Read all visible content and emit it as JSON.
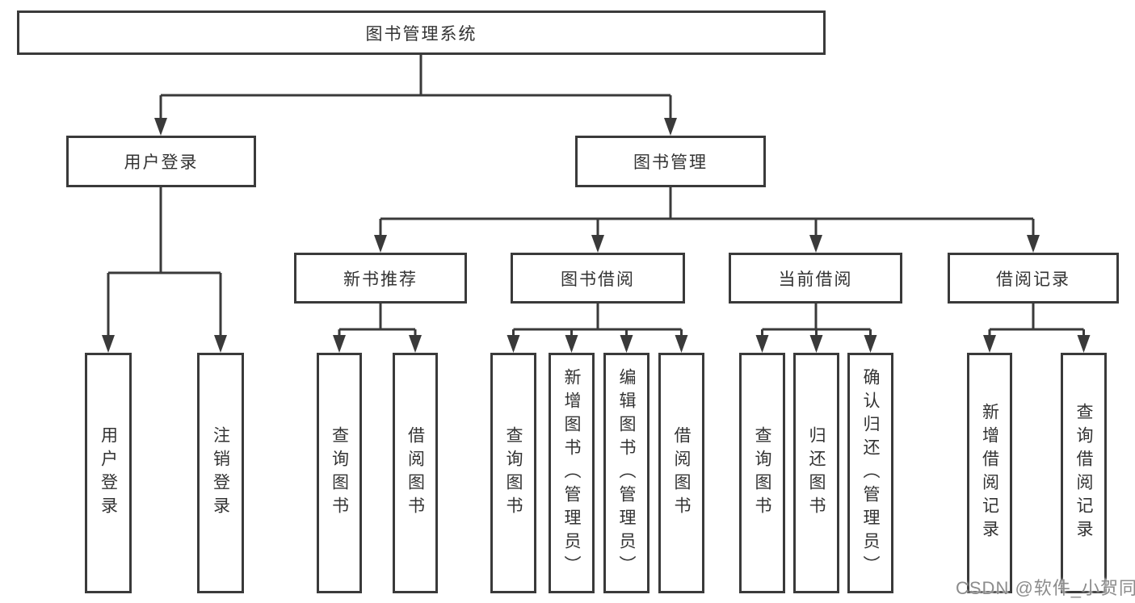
{
  "diagram": {
    "root": "图书管理系统",
    "branches": {
      "login": {
        "label": "用户登录",
        "children": {
          "user_login": "用户登录",
          "logout": "注销登录"
        }
      },
      "book_mgmt": {
        "label": "图书管理",
        "children": {
          "new_book_rec": {
            "label": "新书推荐",
            "children": {
              "query_book": "查询图书",
              "borrow_book": "借阅图书"
            }
          },
          "book_borrow": {
            "label": "图书借阅",
            "children": {
              "query_book": "查询图书",
              "add_book": "新增图书（管理员）",
              "edit_book": "编辑图书（管理员）",
              "borrow_book": "借阅图书"
            }
          },
          "current_borrow": {
            "label": "当前借阅",
            "children": {
              "query_book": "查询图书",
              "return_book": "归还图书",
              "confirm_return": "确认归还（管理员）"
            }
          },
          "borrow_records": {
            "label": "借阅记录",
            "children": {
              "add_record": "新增借阅记录",
              "query_record": "查询借阅记录"
            }
          }
        }
      }
    }
  },
  "watermark": "CSDN @软件_小贺同学",
  "colors": {
    "line": "#3a3a3a",
    "text": "#333333",
    "box_background": "#ffffff",
    "watermark": "#8c8c8c",
    "page_background": "#ffffff"
  }
}
